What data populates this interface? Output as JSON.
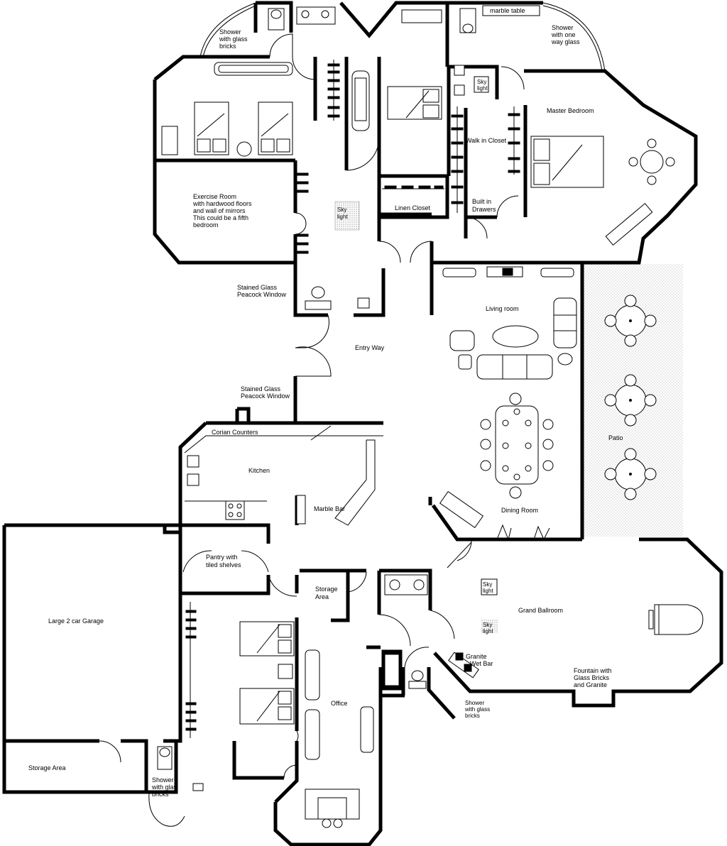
{
  "rooms": {
    "shower_glass_nw": [
      "Shower",
      "with glass",
      "bricks"
    ],
    "marble_table": "marble table",
    "shower_one_way": [
      "Shower",
      "with one",
      "way glass"
    ],
    "sky_light_1": [
      "Sky",
      "light"
    ],
    "master_bedroom": "Master Bedroom",
    "walk_in_closet": "Walk in Closet",
    "exercise_room": [
      "Exercise Room",
      "with hardwood floors",
      "and wall of mirrors",
      "",
      "This could be a fifth",
      "bedroom"
    ],
    "sky_light_2": [
      "Sky",
      "light"
    ],
    "linen_closet": "Linen Closet",
    "built_in_drawers": [
      "Built in",
      "Drawers"
    ],
    "stained_glass_1": [
      "Stained Glass",
      "Peacock Window"
    ],
    "living_room": "Living room",
    "entry_way": "Entry Way",
    "stained_glass_2": [
      "Stained Glass",
      "Peacock Window"
    ],
    "corian_counters": "Corian Counters",
    "kitchen": "Kitchen",
    "patio": "Patio",
    "marble_bar": "Marble Bar",
    "dining_room": "Dining Room",
    "garage": "Large 2 car Garage",
    "pantry": [
      "Pantry with",
      "tiled shelves"
    ],
    "storage_area_center": [
      "Storage",
      "Area"
    ],
    "sky_light_3": [
      "Sky",
      "light"
    ],
    "grand_ballroom": "Grand Ballroom",
    "sky_light_4": [
      "Sky",
      "light"
    ],
    "granite_wet_bar": [
      "Granite",
      "Wet Bar"
    ],
    "fountain": [
      "Fountain with",
      "Glass Bricks",
      "and Granite"
    ],
    "office": "Office",
    "shower_glass_center": [
      "Shower",
      "with glass",
      "bricks"
    ],
    "storage_area_sw": "Storage Area",
    "shower_glass_sw": [
      "Shower",
      "with glas",
      "bricks"
    ]
  }
}
